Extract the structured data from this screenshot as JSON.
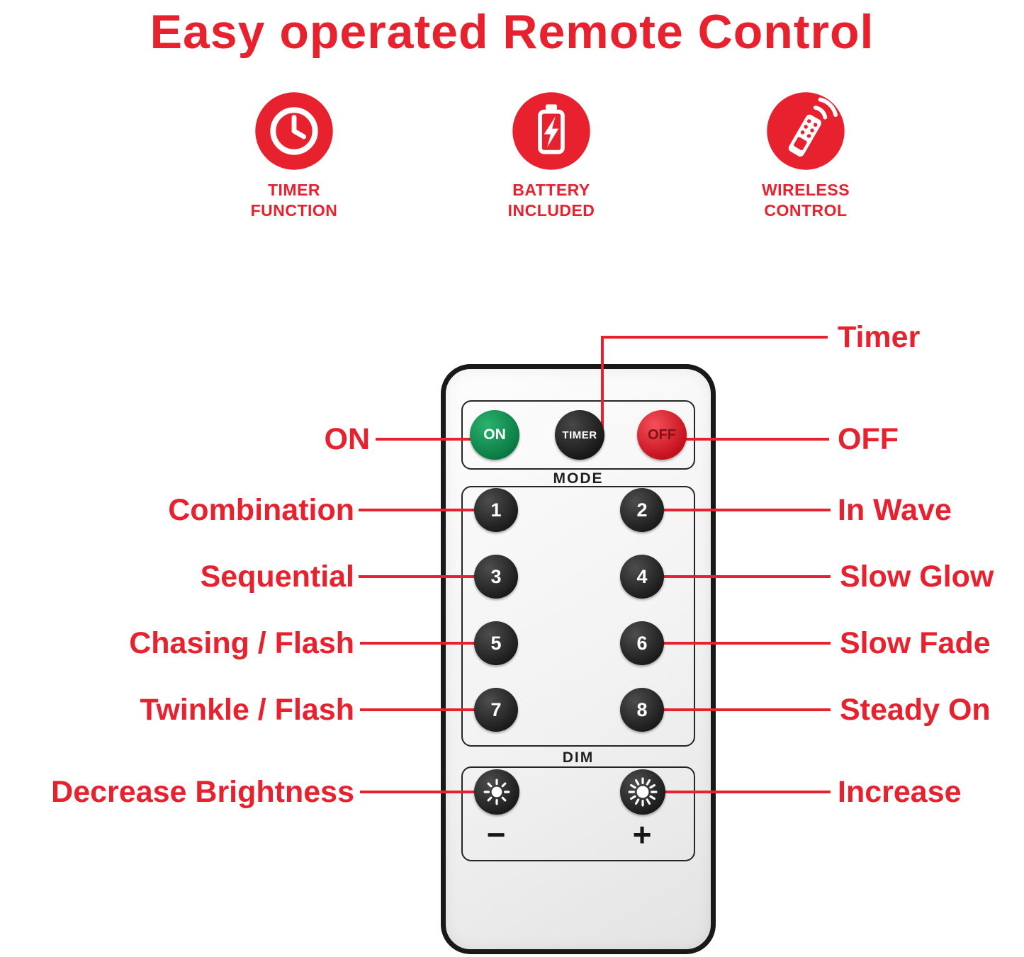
{
  "title": "Easy operated Remote Control",
  "colors": {
    "accent_red": "#e8212e",
    "on_button_green": "#0b7c46",
    "off_button_red": "#c5121e",
    "button_dark": "#1c1c1c"
  },
  "features": [
    {
      "icon": "clock-icon",
      "line1": "TIMER",
      "line2": "FUNCTION"
    },
    {
      "icon": "battery-icon",
      "line1": "BATTERY",
      "line2": "INCLUDED"
    },
    {
      "icon": "remote-icon",
      "line1": "WIRELESS",
      "line2": "CONTROL"
    }
  ],
  "remote": {
    "on_label": "ON",
    "timer_label": "TIMER",
    "off_label": "OFF",
    "mode_label": "MODE",
    "mode_buttons": [
      "1",
      "2",
      "3",
      "4",
      "5",
      "6",
      "7",
      "8"
    ],
    "dim_label": "DIM",
    "minus_label": "−",
    "plus_label": "+"
  },
  "callouts": {
    "left": [
      "ON",
      "Combination",
      "Sequential",
      "Chasing / Flash",
      "Twinkle / Flash",
      "Decrease Brightness"
    ],
    "right": [
      "Timer",
      "OFF",
      "In Wave",
      "Slow Glow",
      "Slow Fade",
      "Steady On",
      "Increase"
    ]
  }
}
